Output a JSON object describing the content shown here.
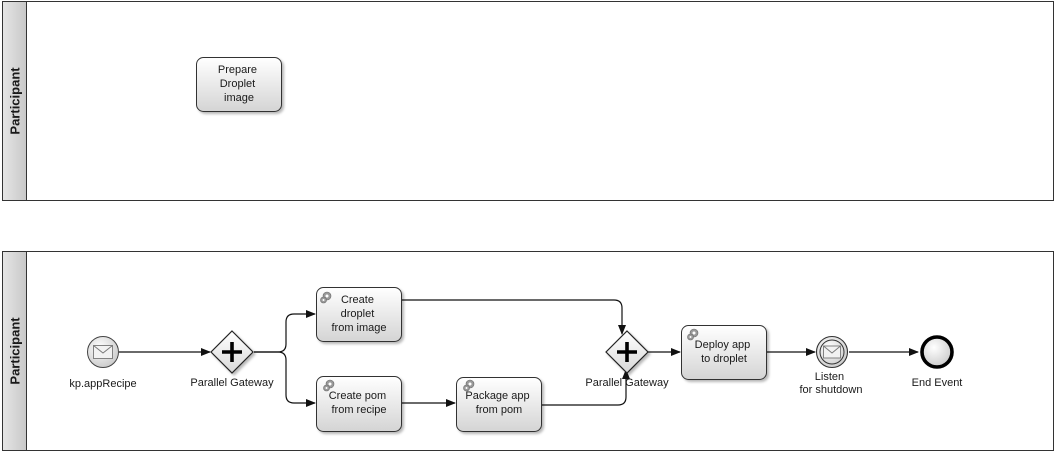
{
  "pools": [
    {
      "title": "Participant"
    },
    {
      "title": "Participant"
    }
  ],
  "top": {
    "task_prepare": [
      "Prepare",
      "Droplet",
      "image"
    ]
  },
  "bottom": {
    "start_event": {
      "icon": "envelope-icon",
      "label": "kp.appRecipe"
    },
    "gateway_split": {
      "icon": "plus-icon",
      "label": "Parallel Gateway"
    },
    "task_create_droplet": {
      "icon": "gear-icon",
      "lines": [
        "Create",
        "droplet",
        "from image"
      ]
    },
    "task_create_pom": {
      "icon": "gear-icon",
      "lines": [
        "Create pom",
        "from recipe"
      ]
    },
    "task_package_app": {
      "icon": "gear-icon",
      "lines": [
        "Package app",
        "from pom"
      ]
    },
    "gateway_join": {
      "icon": "plus-icon",
      "label": "Parallel Gateway"
    },
    "task_deploy": {
      "icon": "gear-icon",
      "lines": [
        "Deploy app",
        "to droplet"
      ]
    },
    "intermediate_event": {
      "icon": "envelope-icon",
      "lines": [
        "Listen",
        "for shutdown"
      ]
    },
    "end_event": {
      "label": "End Event"
    }
  }
}
